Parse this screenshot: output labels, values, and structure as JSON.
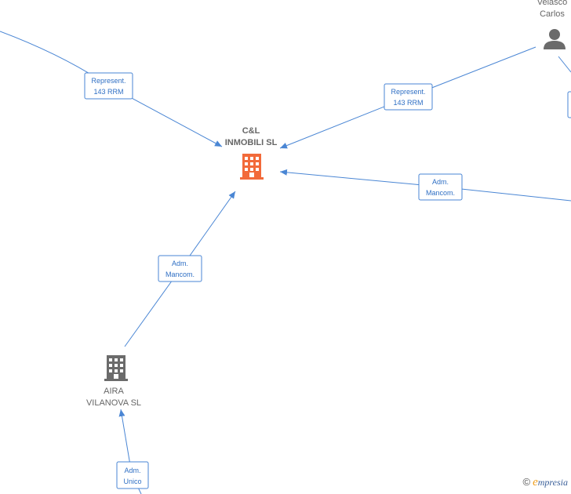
{
  "colors": {
    "edge": "#4a86d4",
    "edge_text": "#2f6fc4",
    "main_company_icon": "#f26a3a",
    "company_icon": "#6b6b6b",
    "person_icon": "#6b6b6b",
    "brand_accent": "#f0a020"
  },
  "nodes": {
    "main_company": {
      "label_line1": "C&L",
      "label_line2": "INMOBILI  SL",
      "icon": "building-icon"
    },
    "aira": {
      "label_line1": "AIRA",
      "label_line2": "VILANOVA  SL",
      "icon": "building-icon"
    },
    "person": {
      "label_line1": "Velasco",
      "label_line2": "Carlos",
      "icon": "person-icon"
    }
  },
  "edges": {
    "left_represent": {
      "line1": "Represent.",
      "line2": "143 RRM"
    },
    "right_represent": {
      "line1": "Represent.",
      "line2": "143 RRM"
    },
    "right_adm": {
      "line1": "Adm.",
      "line2": "Mancom."
    },
    "aira_adm": {
      "line1": "Adm.",
      "line2": "Mancom."
    },
    "bottom_adm": {
      "line1": "Adm.",
      "line2": "Unico"
    }
  },
  "brand": {
    "copyright": "©",
    "initial": "e",
    "rest": "mpresia"
  }
}
